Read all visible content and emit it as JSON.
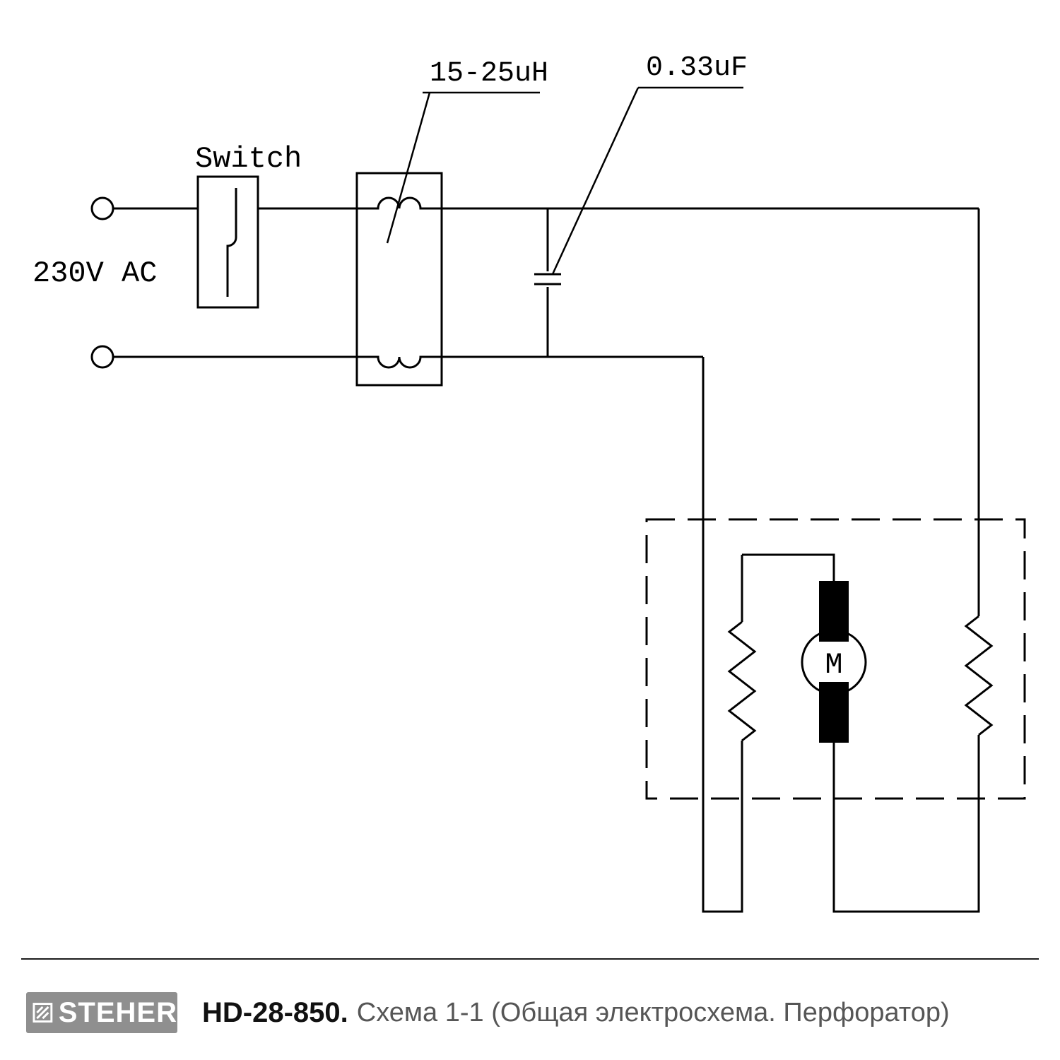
{
  "diagram": {
    "labels": {
      "voltage": "230V AC",
      "switch": "Switch",
      "inductor": "15-25uH",
      "capacitor": "0.33uF",
      "motor": "M"
    }
  },
  "footer": {
    "brand": "STEHER",
    "model": "HD-28-850.",
    "caption": "Схема 1-1 (Общая электросхема. Перфоратор)"
  },
  "colors": {
    "line": "#000000",
    "logo_background": "#8f8f8f",
    "caption_gray": "#565656"
  }
}
